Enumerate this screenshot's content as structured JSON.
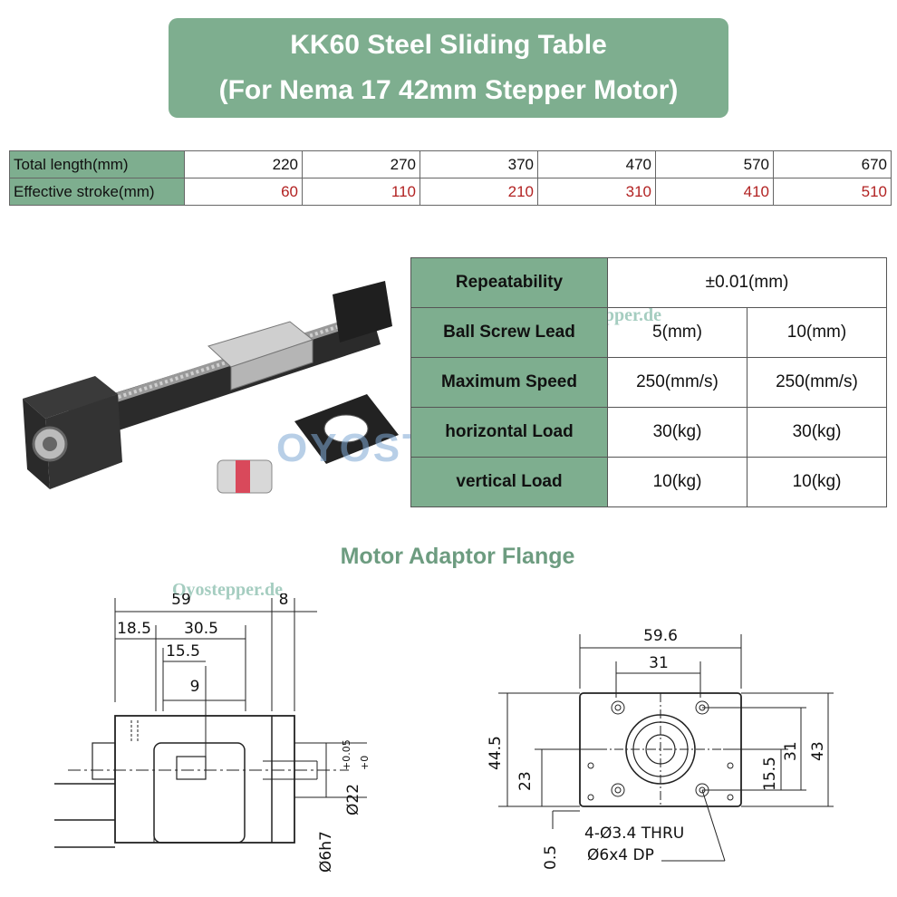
{
  "title": {
    "line1": "KK60 Steel Sliding Table",
    "line2": "(For Nema 17 42mm Stepper Motor)"
  },
  "length_table": {
    "rows": [
      {
        "label": "Total length(mm)",
        "values": [
          "220",
          "270",
          "370",
          "470",
          "570",
          "670"
        ]
      },
      {
        "label": "Effective stroke(mm)",
        "values": [
          "60",
          "110",
          "210",
          "310",
          "410",
          "510"
        ]
      }
    ]
  },
  "spec_table": {
    "repeatability": {
      "label": "Repeatability",
      "value": "±0.01(mm)"
    },
    "ball_screw_lead": {
      "label": "Ball Screw Lead",
      "values": [
        "5(mm)",
        "10(mm)"
      ]
    },
    "max_speed": {
      "label": "Maximum Speed",
      "values": [
        "250(mm/s)",
        "250(mm/s)"
      ]
    },
    "horizontal_load": {
      "label": "horizontal Load",
      "values": [
        "30(kg)",
        "30(kg)"
      ]
    },
    "vertical_load": {
      "label": "vertical Load",
      "values": [
        "10(kg)",
        "10(kg)"
      ]
    }
  },
  "watermark": {
    "site": "Oyostepper.de",
    "brand": "OYOSTEPPER"
  },
  "section_title": "Motor Adaptor Flange",
  "side_drawing": {
    "dims": {
      "d59": "59",
      "d8": "8",
      "d18_5": "18.5",
      "d30_5": "30.5",
      "d15_5": "15.5",
      "d9": "9",
      "bore": "Ø22",
      "tol_upper": "+0.05",
      "tol_lower": "+0",
      "shaft": "Ø6h7"
    }
  },
  "front_drawing": {
    "dims": {
      "d59_6": "59.6",
      "d31_top": "31",
      "d44_5": "44.5",
      "d23": "23",
      "d0_5": "0.5",
      "d15_5": "15.5",
      "d31_side": "31",
      "d43": "43"
    },
    "note_line1": "4-Ø3.4 THRU",
    "note_line2": "Ø6x4 DP"
  },
  "colors": {
    "accent_green": "#7eae8f",
    "stroke_red": "#b22222",
    "section_green": "#6d9c80"
  }
}
